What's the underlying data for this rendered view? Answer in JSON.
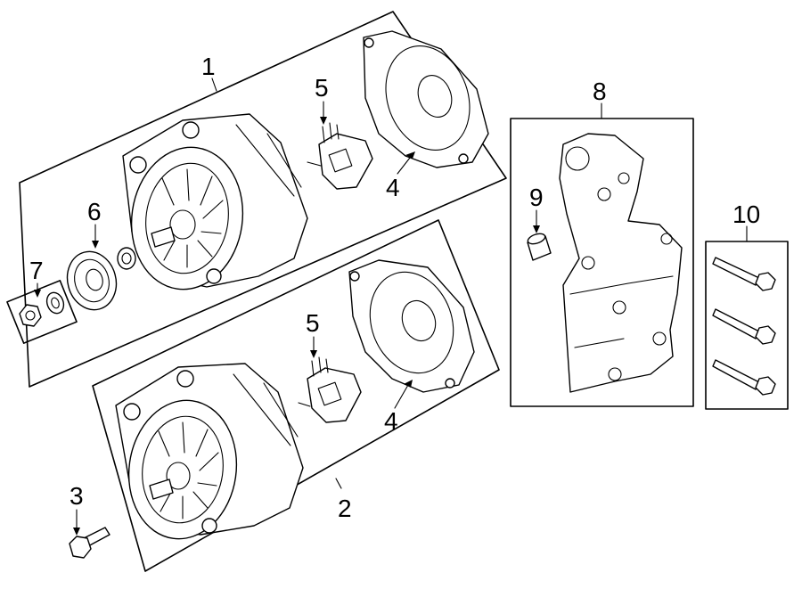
{
  "callouts": {
    "c1": "1",
    "c2": "2",
    "c3": "3",
    "c4a": "4",
    "c4b": "4",
    "c5a": "5",
    "c5b": "5",
    "c6": "6",
    "c7": "7",
    "c8": "8",
    "c9": "9",
    "c10": "10"
  },
  "parts": {
    "upper_alternator": "alternator-assembly",
    "lower_alternator": "alternator-assembly",
    "rear_cover": "end-cover",
    "regulator": "voltage-regulator",
    "pulley": "pulley",
    "washer": "washer",
    "nut": "nut",
    "bracket": "mounting-bracket",
    "dowel": "dowel-pin",
    "bolts": "bolt-set",
    "bolt": "bolt"
  },
  "colors": {
    "line": "#000000",
    "background": "#ffffff"
  }
}
